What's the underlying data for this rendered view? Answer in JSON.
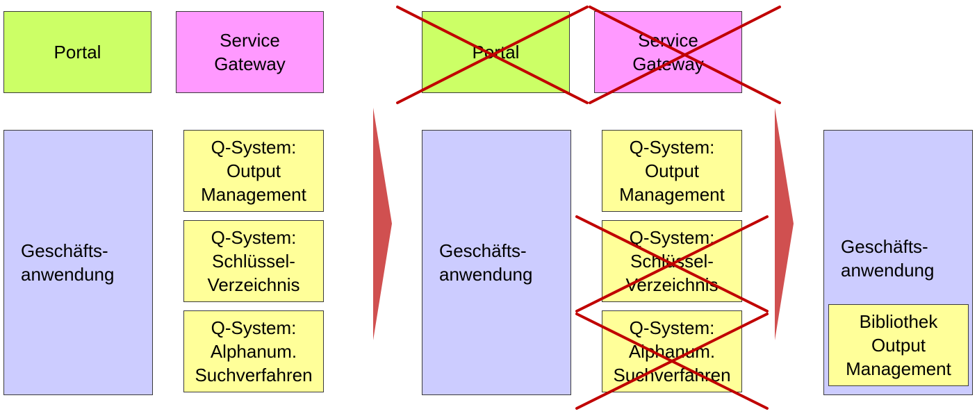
{
  "colors": {
    "portal": "#ccff66",
    "gateway": "#ff99ff",
    "application": "#ccccff",
    "q_system": "#ffff99",
    "arrow": "#d05050",
    "cross": "#c00000"
  },
  "stage1": {
    "portal": "Portal",
    "gateway": "Service\nGateway",
    "application": "Geschäfts-\nanwendung",
    "q_output": "Q-System:\nOutput\nManagement",
    "q_key": "Q-System:\nSchlüssel-\nVerzeichnis",
    "q_search": "Q-System:\nAlphanum.\nSuchverfahren"
  },
  "stage2": {
    "portal": "Portal",
    "gateway": "Service\nGateway",
    "application": "Geschäfts-\nanwendung",
    "q_output": "Q-System:\nOutput\nManagement",
    "q_key": "Q-System:\nSchlüssel-\nVerzeichnis",
    "q_search": "Q-System:\nAlphanum.\nSuchverfahren"
  },
  "stage3": {
    "application": "Geschäfts-\nanwendung",
    "library": "Bibliothek\nOutput\nManagement"
  }
}
